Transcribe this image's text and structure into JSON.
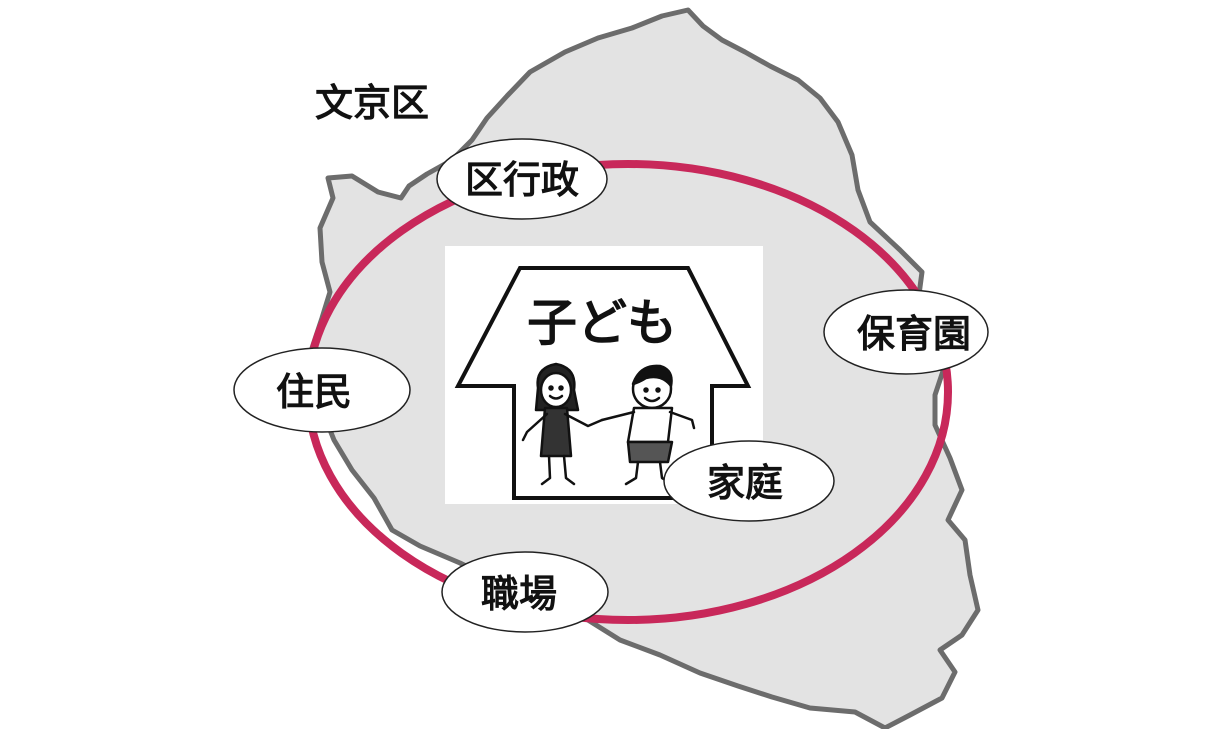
{
  "region_label": "文京区",
  "center_label": "子ども",
  "nodes": {
    "gyosei": "区行政",
    "hoikuen": "保育園",
    "jumin": "住民",
    "katei": "家庭",
    "shokuba": "職場"
  },
  "colors": {
    "map_fill": "#e3e3e3",
    "map_outline": "#6c6c6c",
    "ring": "#c8285a",
    "oval_fill": "#ffffff",
    "oval_stroke": "#222222"
  }
}
